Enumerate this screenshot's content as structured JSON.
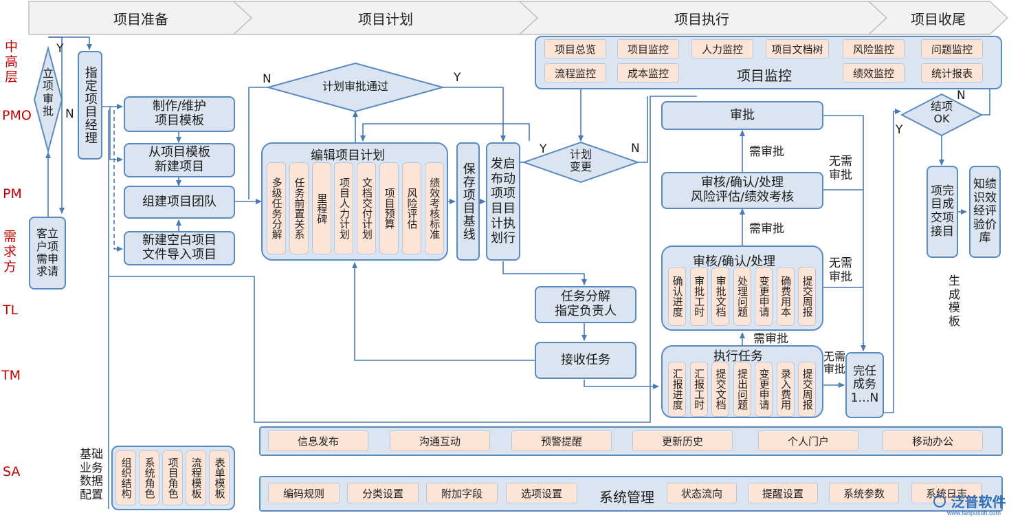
{
  "phases": [
    "项目准备",
    "项目计划",
    "项目执行",
    "项目收尾"
  ],
  "roles": {
    "senior": "中\n高\n层",
    "pmo": "PMO",
    "pm": "PM",
    "demand": "需\n求\n方",
    "tl": "TL",
    "tm": "TM",
    "sa": "SA"
  },
  "approval_diamond": "立\n项\n审\n批",
  "client_request": "客立\n户项\n需申\n求请",
  "assign_pm": "指定项目经理",
  "prep_boxes": {
    "template": "制作/维护\n项目模板",
    "from_template": "从项目模板\n新建项目",
    "team": "组建项目团队",
    "blank_import": "新建空白项目\n文件导入项目"
  },
  "plan_review": "计划审批通过",
  "edit_plan": {
    "title": "编辑项目计划",
    "items": [
      "多级任务分解",
      "任务前置关系",
      "里程碑",
      "项目人力计划",
      "文档交付计划",
      "项目预算",
      "风险评估",
      "绩效考核标准"
    ]
  },
  "save_baseline": "保存项目基线",
  "publish_plan": "发启布动项项目目计执划行",
  "plan_change": "计划\n变更",
  "task_assign": "任务分解\n指定负责人",
  "receive_task": "接收任务",
  "monitor": {
    "title": "项目监控",
    "row1": [
      "项目总览",
      "项目监控",
      "人力监控",
      "项目文档树",
      "风险监控",
      "问题监控"
    ],
    "row2": [
      "流程监控",
      "成本监控",
      "绩效监控",
      "统计报表"
    ]
  },
  "approve": "审批",
  "review_risk": "审核/确认/处理\n风险评估/绩效考核",
  "review_process": {
    "title": "审核/确认/处理",
    "items": [
      "确认进度",
      "审批工时",
      "审批文档",
      "处理问题",
      "变更申请",
      "确费用本",
      "提交周报"
    ]
  },
  "exec_task": {
    "title": "执行任务",
    "items": [
      "汇报进度",
      "汇报工时",
      "提交文档",
      "提出问题",
      "变更申请",
      "录入费用",
      "提交周报"
    ]
  },
  "complete_task": "完任\n成务\n1…N",
  "close_diamond": "结项\nOK",
  "handover": "项完\n目成\n交项\n接目",
  "knowledge": "知绩\n识效\n经评\n验价\n库",
  "generate_template": "生\n成\n模\n板",
  "flow_labels": {
    "yes": "Y",
    "no": "N",
    "need_approval": "需审批",
    "no_approval": "无需\n审批"
  },
  "sa_label": "基础\n业务\n数据\n配置",
  "sa_items": [
    "组织结构",
    "系统角色",
    "项目角色",
    "流程模板",
    "表单模板"
  ],
  "collab_bar": [
    "信息发布",
    "沟通互动",
    "预警提醒",
    "更新历史",
    "个人门户",
    "移动办公"
  ],
  "sys_bar": {
    "title": "系统管理",
    "items": [
      "编码规则",
      "分类设置",
      "附加字段",
      "选项设置",
      "状态流向",
      "提醒设置",
      "系统参数",
      "系统日志"
    ]
  },
  "watermark": {
    "brand": "泛普软件",
    "url": "www.fanpusoft.com"
  },
  "colors": {
    "box_fill": "#dbe5f1",
    "box_border": "#5b8ac0",
    "chip_fill": "#fce4d6",
    "role_text": "#c00000",
    "arrow": "#4a7ab5"
  }
}
